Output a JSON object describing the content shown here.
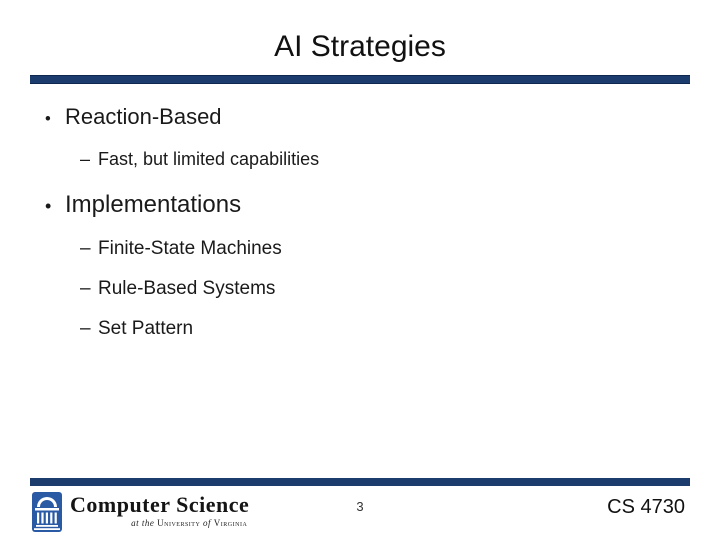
{
  "slide": {
    "title": "AI Strategies",
    "markers": {
      "bullet": "•",
      "dash": "–"
    },
    "content": [
      {
        "text": "Reaction-Based",
        "sub": [
          "Fast, but limited capabilities"
        ]
      },
      {
        "text": "Implementations",
        "sub": [
          "Finite-State Machines",
          "Rule-Based Systems",
          "Set Pattern"
        ]
      }
    ],
    "footer": {
      "logo": {
        "title": "Computer Science",
        "subtitle_prefix": "at the",
        "subtitle_university": "University",
        "subtitle_of": "of",
        "subtitle_virginia": "Virginia"
      },
      "page_number": "3",
      "course_code": "CS 4730"
    },
    "colors": {
      "bar_blue": "#1d3c6e",
      "logo_blue": "#2b5aa5"
    }
  }
}
